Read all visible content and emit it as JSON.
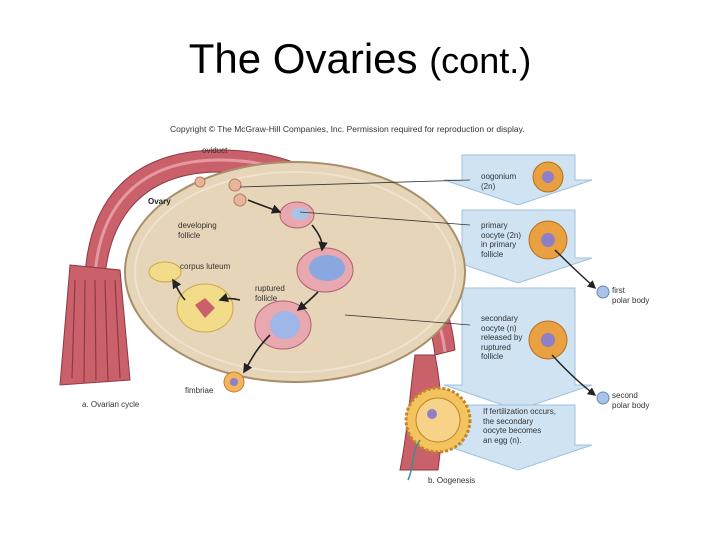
{
  "slide": {
    "title": "The Ovaries",
    "title_suffix": "(cont.)"
  },
  "figure": {
    "copyright": "Copyright © The McGraw-Hill Companies, Inc. Permission required for reproduction or display.",
    "panel_a_caption": "a. Ovarian cycle",
    "panel_b_caption": "b. Oogenesis",
    "ovary_labels": {
      "oviduct": "oviduct",
      "ovary": "Ovary",
      "developing_follicle": "developing\nfollicle",
      "corpus_luteum": "corpus luteum",
      "ruptured_follicle": "ruptured\nfollicle",
      "fimbriae": "fimbriae"
    },
    "oogenesis_labels": {
      "oogonium": "oogonium\n(2n)",
      "primary_oocyte": "primary\noocyte (2n)\nin primary\nfollicle",
      "secondary_oocyte": "secondary\noocyte (n)\nreleased by\nruptured\nfollicle",
      "fertilization": "If fertilization occurs,\nthe secondary\noocyte becomes\nan egg (n).",
      "first_polar_body": "first\npolar body",
      "second_polar_body": "second\npolar body"
    },
    "colors": {
      "oviduct": "#c9606a",
      "ovary": "#e6d5b8",
      "arrow_panel": "#cfe3f3",
      "oocyte": "#e8a040",
      "nucleus": "#8f7fc8"
    }
  }
}
